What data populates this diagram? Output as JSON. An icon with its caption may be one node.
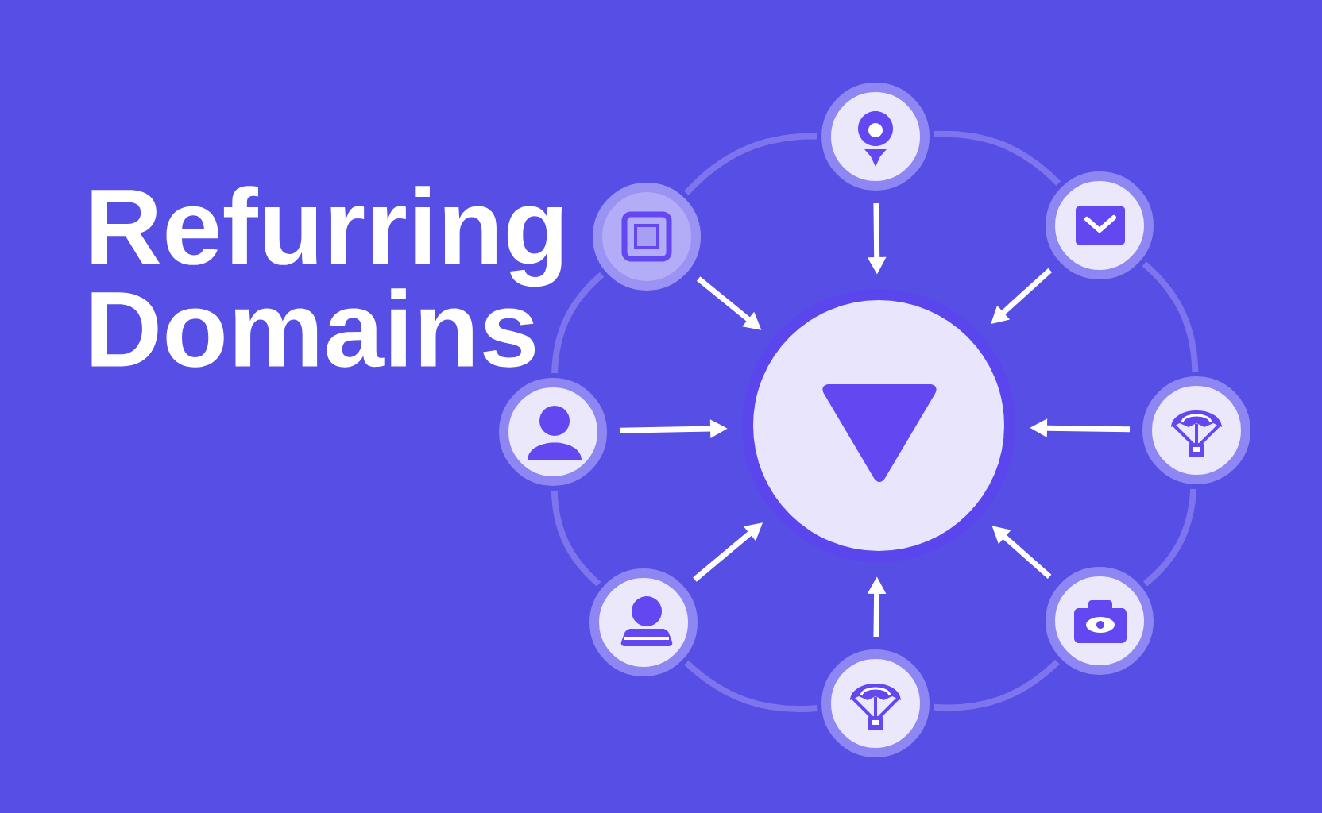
{
  "diagram": {
    "title": "Refurring Domains",
    "nodes": [
      {
        "text": [],
        "shape": "circle"
      },
      {
        "text": [],
        "shape": "circle"
      },
      {
        "text": [],
        "shape": "circle"
      },
      {
        "text": [],
        "shape": "circle"
      },
      {
        "text": [],
        "shape": "circle"
      },
      {
        "text": [],
        "shape": "circle"
      },
      {
        "text": [],
        "shape": "circle"
      },
      {
        "text": [],
        "shape": "circle"
      },
      {
        "text": [],
        "shape": "circle"
      }
    ],
    "edges": [
      {
        "from": 0,
        "to": 4,
        "arrow": "to"
      },
      {
        "from": 1,
        "to": 4,
        "arrow": "to"
      },
      {
        "from": 2,
        "to": 4,
        "arrow": "to"
      },
      {
        "from": 3,
        "to": 4,
        "arrow": "to"
      },
      {
        "from": 5,
        "to": 4,
        "arrow": "to"
      },
      {
        "from": 6,
        "to": 4,
        "arrow": "to"
      },
      {
        "from": 7,
        "to": 4,
        "arrow": "to"
      },
      {
        "from": 8,
        "to": 4,
        "arrow": "to"
      },
      {
        "from": 0,
        "to": 2,
        "arrow": "none",
        "color": "#7d74ee"
      },
      {
        "from": 2,
        "to": 5,
        "arrow": "none",
        "color": "#7d74ee"
      },
      {
        "from": 5,
        "to": 7,
        "arrow": "none",
        "color": "#7d74ee"
      },
      {
        "from": 7,
        "to": 8,
        "arrow": "none",
        "color": "#7d74ee"
      },
      {
        "from": 8,
        "to": 6,
        "arrow": "none",
        "color": "#7d74ee"
      },
      {
        "from": 6,
        "to": 3,
        "arrow": "none",
        "color": "#7d74ee"
      },
      {
        "from": 3,
        "to": 1,
        "arrow": "none",
        "color": "#7d74ee"
      },
      {
        "from": 1,
        "to": 0,
        "arrow": "none",
        "color": "#7d74ee"
      }
    ]
  }
}
